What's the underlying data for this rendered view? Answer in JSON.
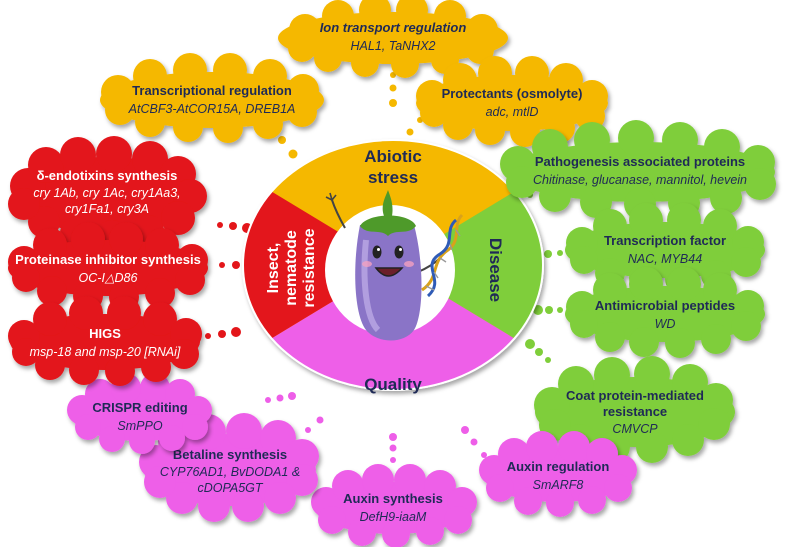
{
  "colors": {
    "abiotic": "#f5b800",
    "disease": "#7fce3a",
    "insect": "#e3161a",
    "quality": "#ee5ee8",
    "text_dark": "#1f2a56",
    "text_light": "#ffffff"
  },
  "center": {
    "abiotic_label_1": "Abiotic",
    "abiotic_label_2": "stress",
    "disease_label": "Disease",
    "insect_label_1": "Insect,",
    "insect_label_2": "nematode",
    "insect_label_3": "resistance",
    "quality_label": "Quality",
    "mascot_icon": "eggplant-mascot-icon",
    "dna_icon": "dna-helix-icon"
  },
  "clouds": {
    "ion_transport": {
      "title": "Ion transport regulation",
      "genes": "HAL1, TaNHX2"
    },
    "transcriptional": {
      "title": "Transcriptional regulation",
      "genes": "AtCBF3-AtCOR15A, DREB1A"
    },
    "protectants": {
      "title": "Protectants (osmolyte)",
      "genes": "adc, mtlD"
    },
    "pathogenesis": {
      "title": "Pathogenesis associated proteins",
      "genes": "Chitinase, glucanase, mannitol, hevein"
    },
    "transcription_factor": {
      "title": "Transcription factor",
      "genes": "NAC, MYB44"
    },
    "antimicrobial": {
      "title": "Antimicrobial peptides",
      "genes": "WD"
    },
    "coat_protein": {
      "title_1": "Coat protein-mediated",
      "title_2": "resistance",
      "genes": "CMVCP"
    },
    "auxin_regulation": {
      "title": "Auxin regulation",
      "genes": "SmARF8"
    },
    "auxin_synthesis": {
      "title": "Auxin synthesis",
      "genes": "DefH9-iaaM"
    },
    "betaline": {
      "title": "Betaline synthesis",
      "genes_1": "CYP76AD1, BvDODA1 &",
      "genes_2": "cDOPA5GT"
    },
    "crispr": {
      "title": "CRISPR editing",
      "genes": "SmPPO"
    },
    "endotoxins": {
      "title": "δ-endotixins synthesis",
      "genes_1": "cry 1Ab, cry 1Ac, cry1Aa3,",
      "genes_2": "cry1Fa1, cry3A"
    },
    "proteinase": {
      "title": "Proteinase inhibitor synthesis",
      "genes": "OC-I△D86"
    },
    "higs": {
      "title": "HIGS",
      "genes": "msp-18 and msp-20 [RNAi]"
    }
  }
}
